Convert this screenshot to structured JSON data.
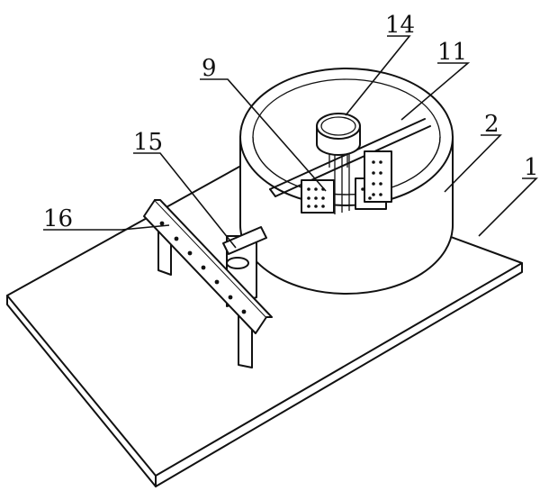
{
  "figure": {
    "labels": {
      "base_plate": "1",
      "tank": "2",
      "mixing_blade": "9",
      "cross_beam": "11",
      "motor": "14",
      "support_post": "15",
      "rack": "16"
    }
  }
}
